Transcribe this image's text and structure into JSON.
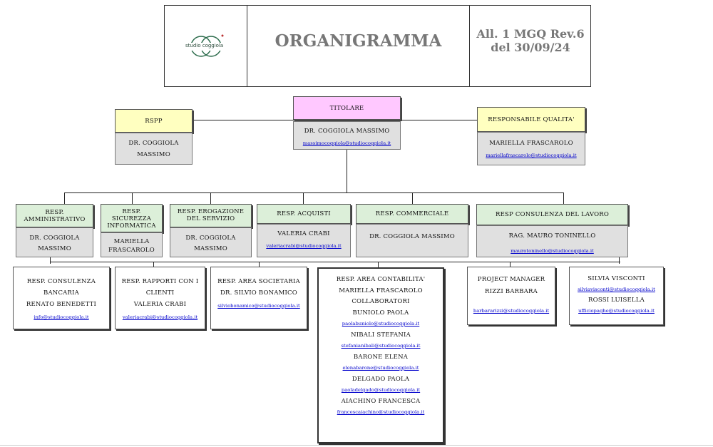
{
  "header": {
    "logo_text": "studio coggiola",
    "title": "ORGANIGRAMMA",
    "doc_ref_line1": "All. 1 MGQ Rev.6",
    "doc_ref_line2": "del 30/09/24"
  },
  "titolare": {
    "role": "TITOLARE",
    "name": "DR. COGGIOLA MASSIMO",
    "email": "massimocoggiola@studiocoggiola.it"
  },
  "rspp": {
    "role": "RSPP",
    "name_line1": "DR. COGGIOLA",
    "name_line2": "MASSIMO"
  },
  "qualita": {
    "role": "RESPONSABILE QUALITA'",
    "name": "MARIELLA FRASCAROLO",
    "email": "mariellafrascarolo@studiocoggiola.it"
  },
  "departments": [
    {
      "role_line1": "RESP.",
      "role_line2": "AMMINISTRATIVO",
      "name_line1": "DR. COGGIOLA",
      "name_line2": "MASSIMO"
    },
    {
      "role_line1": "RESP.",
      "role_line2": "SICUREZZA",
      "role_line3": "INFORMATICA",
      "name_line1": "MARIELLA",
      "name_line2": "FRASCAROLO"
    },
    {
      "role_line1": "RESP. EROGAZIONE",
      "role_line2": "DEL SERVIZIO",
      "name_line1": "DR. COGGIOLA",
      "name_line2": "MASSIMO"
    },
    {
      "role_line1": "RESP. ACQUISTI",
      "name_line1": "VALERIA CRABI",
      "email": "valeriacrabi@studiocoggiola.it"
    },
    {
      "role_line1": "RESP. COMMERCIALE",
      "name_line1": "DR. COGGIOLA MASSIMO"
    },
    {
      "role_line1": "RESP CONSULENZA DEL LAVORO",
      "name_line1": "RAG. MAURO TONINELLO",
      "email": "maurotoninello@studiocoggiola.it"
    }
  ],
  "sub_units": {
    "bancaria": {
      "role": "RESP. CONSULENZA BANCARIA",
      "name": "RENATO BENEDETTI",
      "email": "info@studiocoggiola.it"
    },
    "clienti": {
      "role": "RESP. RAPPORTI CON I CLIENTI",
      "name": "VALERIA CRABI",
      "email": "valeriacrabi@studiocoggiola.it"
    },
    "societaria": {
      "role": "RESP. AREA SOCIETARIA",
      "name": "DR. SILVIO BONAMICO",
      "email": "silviobonamico@studiocoggiola.it"
    },
    "contabilita": {
      "role": "RESP. AREA CONTABILITA'",
      "name": "MARIELLA FRASCAROLO",
      "collab_label": "COLLABORATORI",
      "people": [
        {
          "name": "BUNIOLO PAOLA",
          "email": "paolabuniolo@studiocoggiola.it"
        },
        {
          "name": "NIBALI STEFANIA",
          "email": "stefanianibali@studiocoggiola.it"
        },
        {
          "name": "BARONE ELENA",
          "email": "elenabarone@studiocoggiola.it"
        },
        {
          "name": "DELGADO PAOLA",
          "email": "paoladelgado@studiocoggiola.it"
        },
        {
          "name": "AIACHINO FRANCESCA",
          "email": "francescaiachino@studiocoggiola.it"
        }
      ]
    },
    "project": {
      "role": "PROJECT MANAGER",
      "name": "RIZZI BARBARA",
      "email": "barbararizzi@studiocoggiola.it"
    },
    "visconti": {
      "name1": "SILVIA VISCONTI",
      "email1": "silviavisconti@studiocoggiola.it",
      "name2": "ROSSI LUISELLA",
      "email2": "ufficiopaghe@studiocoggiola.it"
    }
  }
}
